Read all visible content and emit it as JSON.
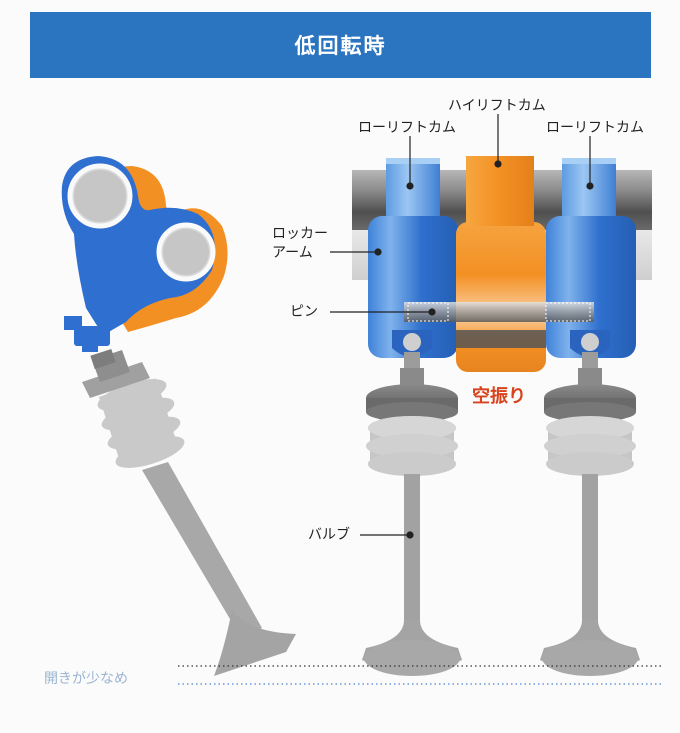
{
  "header": {
    "title": "低回転時"
  },
  "labels": {
    "high_lift_cam": "ハイリフトカム",
    "low_lift_cam_left": "ローリフトカム",
    "low_lift_cam_right": "ローリフトカム",
    "rocker_arm_line1": "ロッカー",
    "rocker_arm_line2": "アーム",
    "pin": "ピン",
    "idle_swing": "空振り",
    "valve": "バルブ",
    "small_opening": "開きが少なめ"
  },
  "colors": {
    "header_blue": "#2a74c0",
    "arm_blue": "#2f6fd0",
    "cam_orange": "#f39023",
    "valve_gray": "#9a9a9a",
    "accent_red": "#d8421c"
  },
  "icons": [
    "rocker-arm-side-icon",
    "valve-spring-icon",
    "camshaft-icon"
  ]
}
